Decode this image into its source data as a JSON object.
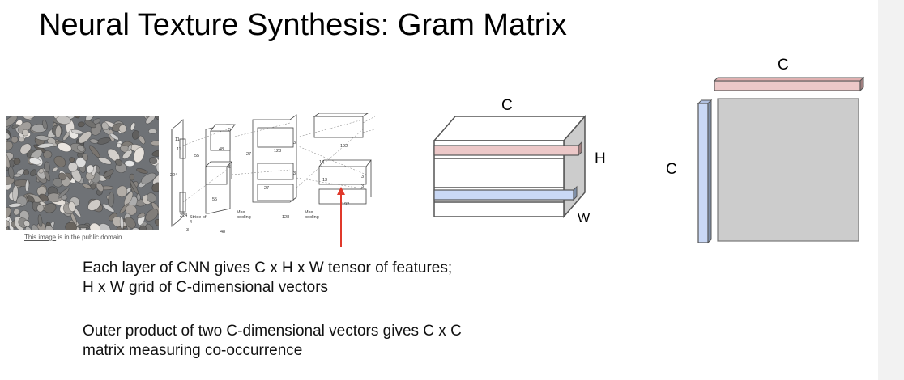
{
  "slide": {
    "title": "Neural Texture Synthesis: Gram Matrix",
    "photo": {
      "credit_link": "This image",
      "credit_rest": " is in the public domain."
    },
    "cnn_diagram": {
      "labels": [
        "224",
        "224",
        "11",
        "11",
        "Stride of 4",
        "3",
        "55",
        "55",
        "5",
        "5",
        "48",
        "48",
        "Max pooling",
        "27",
        "27",
        "128",
        "128",
        "3",
        "3",
        "13",
        "13",
        "3",
        "3",
        "192",
        "192",
        "Max pooling"
      ]
    },
    "paragraph1": "Each layer of CNN gives C x H x W tensor of features; H x W grid of C-dimensional vectors",
    "paragraph2": "Outer product of two C-dimensional vectors gives C x C matrix measuring co-occurrence",
    "tensor": {
      "label_c": "C",
      "label_h": "H",
      "label_w": "W"
    },
    "gram": {
      "label_top": "C",
      "label_left": "C"
    },
    "colors": {
      "pink": "#ecc8c8",
      "blue": "#c9d8f5",
      "gray": "#cccccc",
      "arrow": "#e0392b"
    }
  }
}
